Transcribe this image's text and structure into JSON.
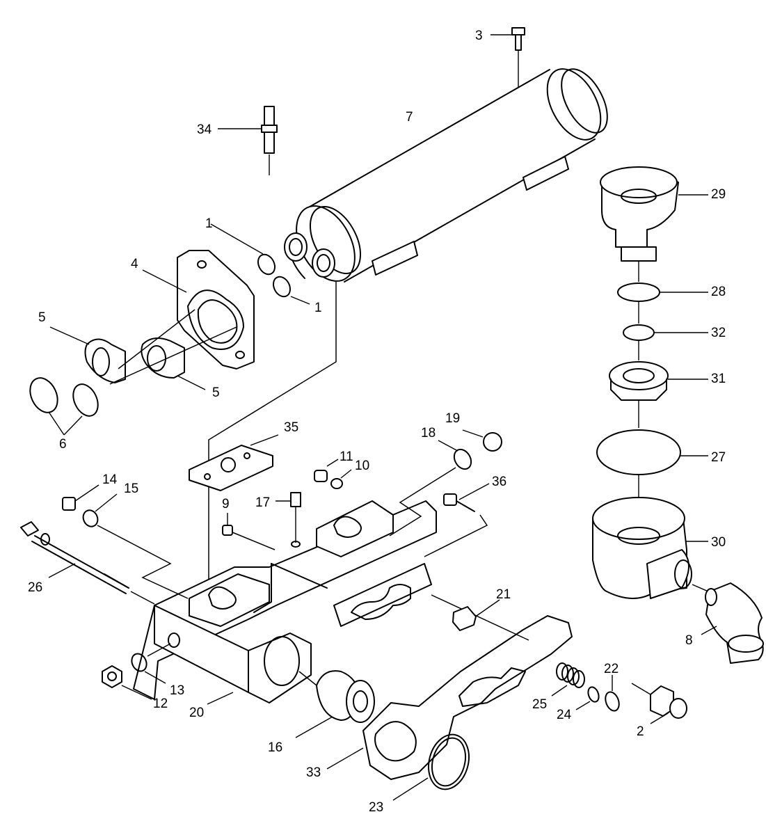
{
  "diagram": {
    "callouts": {
      "c1a": "1",
      "c1b": "1",
      "c2": "2",
      "c3": "3",
      "c4": "4",
      "c5a": "5",
      "c5b": "5",
      "c6": "6",
      "c7": "7",
      "c8": "8",
      "c9": "9",
      "c10": "10",
      "c11": "11",
      "c12": "12",
      "c13": "13",
      "c14": "14",
      "c15": "15",
      "c16": "16",
      "c17": "17",
      "c18": "18",
      "c19": "19",
      "c20": "20",
      "c21": "21",
      "c22": "22",
      "c23": "23",
      "c24": "24",
      "c25": "25",
      "c26": "26",
      "c27": "27",
      "c28": "28",
      "c29": "29",
      "c30": "30",
      "c31": "31",
      "c32": "32",
      "c33": "33",
      "c34": "34",
      "c35": "35",
      "c36": "36"
    }
  }
}
